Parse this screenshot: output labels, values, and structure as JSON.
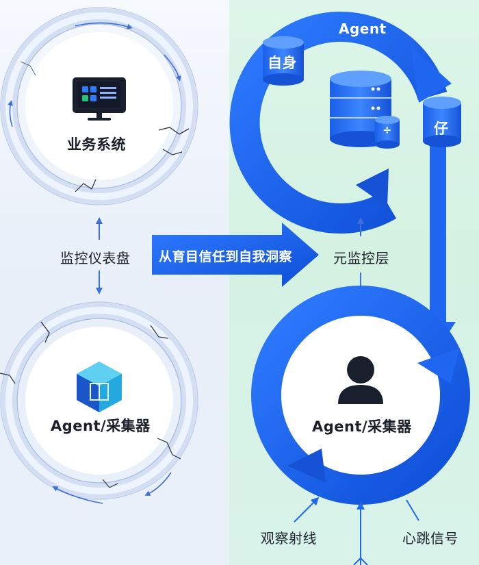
{
  "left": {
    "top_node_label": "业务系统",
    "bottom_node_label": "Agent/采集器",
    "middle_label": "监控仪表盘"
  },
  "center_arrow_label": "从育目信任到自我洞察",
  "right": {
    "loop_label": "Agent",
    "db_left_label": "自身",
    "db_right_label": "仔",
    "db_small_label": "÷",
    "middle_label": "元监控层",
    "bottom_node_label": "Agent/采集器",
    "signal_left_label": "观察射线",
    "signal_right_label": "心跳信号"
  },
  "colors": {
    "accent_blue": "#1f66f0",
    "deep_blue": "#0f4fd8",
    "light_ring": "#cfdcf2",
    "dark_icon": "#1a1f2e"
  }
}
